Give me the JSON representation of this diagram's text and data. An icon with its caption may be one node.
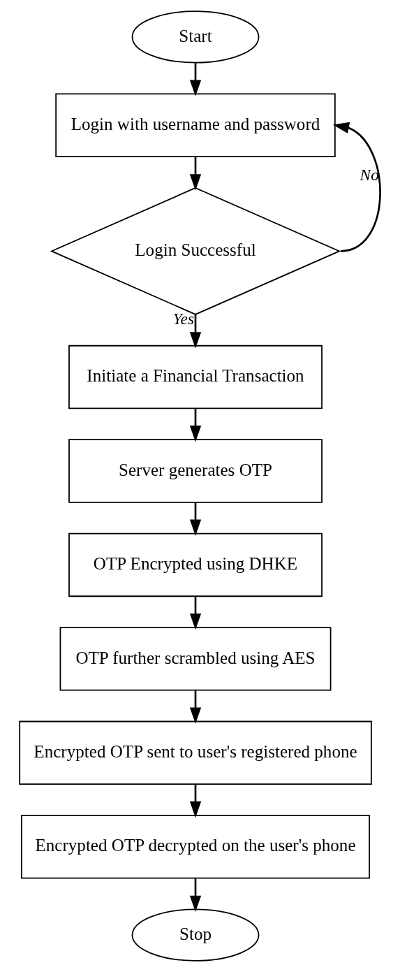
{
  "diagram": {
    "nodes": [
      {
        "text": [
          "Start"
        ]
      },
      {
        "text": [
          "Login with username and password"
        ]
      },
      {
        "text": [
          "Login Successful"
        ]
      },
      {
        "text": [
          "Initiate a Financial Transaction"
        ]
      },
      {
        "text": [
          "Server generates OTP"
        ]
      },
      {
        "text": [
          "OTP Encrypted using DHKE"
        ]
      },
      {
        "text": [
          "OTP further scrambled using AES"
        ]
      },
      {
        "text": [
          "Encrypted OTP sent to user's registered phone"
        ]
      },
      {
        "text": [
          "Encrypted OTP decrypted on the user's phone"
        ]
      },
      {
        "text": [
          "Stop"
        ]
      }
    ],
    "edges": [
      {
        "from": 0,
        "to": 1,
        "arrow": "to"
      },
      {
        "from": 1,
        "to": 2,
        "arrow": "to"
      },
      {
        "from": 2,
        "to": 3,
        "arrow": "to",
        "label": "Yes"
      },
      {
        "from": 2,
        "to": 1,
        "arrow": "to",
        "label": "No"
      },
      {
        "from": 3,
        "to": 4,
        "arrow": "to"
      },
      {
        "from": 4,
        "to": 5,
        "arrow": "to"
      },
      {
        "from": 5,
        "to": 6,
        "arrow": "to"
      },
      {
        "from": 6,
        "to": 7,
        "arrow": "to"
      },
      {
        "from": 7,
        "to": 8,
        "arrow": "to"
      },
      {
        "from": 8,
        "to": 9,
        "arrow": "to"
      }
    ]
  }
}
